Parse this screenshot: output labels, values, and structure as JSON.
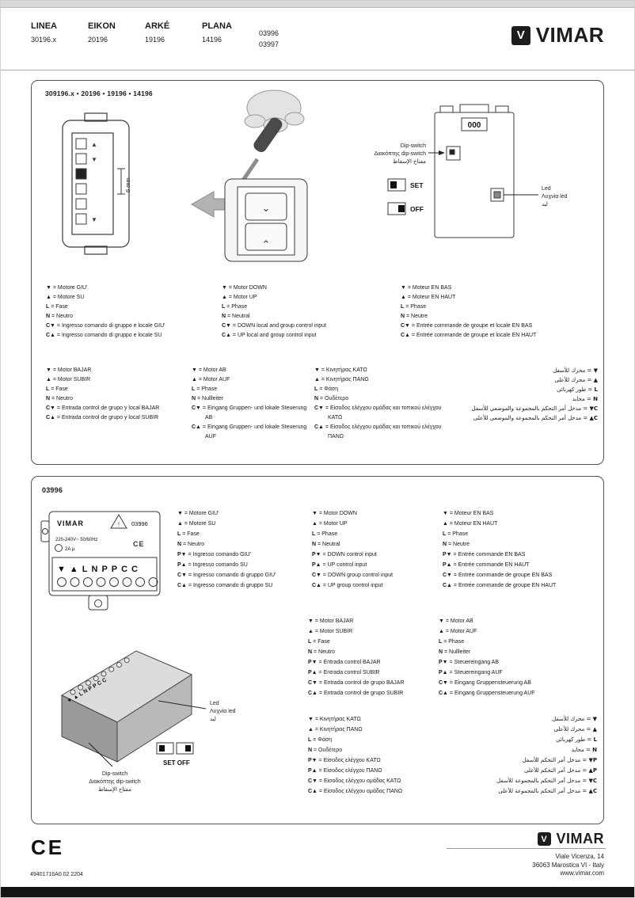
{
  "brand": {
    "name": "VIMAR"
  },
  "header": {
    "products": [
      {
        "name": "LINEA",
        "code": "30196.x"
      },
      {
        "name": "EIKON",
        "code": "20196"
      },
      {
        "name": "ARKÉ",
        "code": "19196"
      },
      {
        "name": "PLANA",
        "code": "14196"
      }
    ],
    "codes": [
      "03996",
      "03997"
    ]
  },
  "section1": {
    "title": "309196.x • 20196 • 19196 • 14196",
    "callouts": {
      "dim": "6 mm",
      "display": "000",
      "dip": [
        "Dip-switch",
        "Διακόπτης dip-switch",
        "مفتاح الإسقاط"
      ],
      "set": "SET",
      "off": "OFF",
      "led": [
        "Led",
        "Λυχνία led",
        "ليد"
      ]
    },
    "legends": {
      "it": [
        {
          "sym": "▼",
          "text": "= Motore GIU'"
        },
        {
          "sym": "▲",
          "text": "= Motore SU"
        },
        {
          "sym": "L",
          "text": "= Fase"
        },
        {
          "sym": "N",
          "text": "= Neutro"
        },
        {
          "sym": "C▼",
          "text": "= Ingresso comando di gruppo e locale GIU'"
        },
        {
          "sym": "C▲",
          "text": "= Ingresso comando di gruppo e locale SU"
        }
      ],
      "en": [
        {
          "sym": "▼",
          "text": "= Motor DOWN"
        },
        {
          "sym": "▲",
          "text": "= Motor UP"
        },
        {
          "sym": "L",
          "text": "= Phase"
        },
        {
          "sym": "N",
          "text": "= Neutral"
        },
        {
          "sym": "C▼",
          "text": "= DOWN local and group control input"
        },
        {
          "sym": "C▲",
          "text": "= UP local and group control input"
        }
      ],
      "fr": [
        {
          "sym": "▼",
          "text": "= Moteur EN BAS"
        },
        {
          "sym": "▲",
          "text": "= Moteur EN HAUT"
        },
        {
          "sym": "L",
          "text": "= Phase"
        },
        {
          "sym": "N",
          "text": "= Neutre"
        },
        {
          "sym": "C▼",
          "text": "= Entrée commande de groupe et locale EN BAS"
        },
        {
          "sym": "C▲",
          "text": "= Entrée commande de groupe et locale EN HAUT"
        }
      ],
      "es": [
        {
          "sym": "▼",
          "text": "= Motor BAJAR"
        },
        {
          "sym": "▲",
          "text": "= Motor SUBIR"
        },
        {
          "sym": "L",
          "text": "= Fase"
        },
        {
          "sym": "N",
          "text": "= Neutro"
        },
        {
          "sym": "C▼",
          "text": "= Entrada control de grupo y local BAJAR"
        },
        {
          "sym": "C▲",
          "text": "= Entrada control de grupo y local SUBIR"
        }
      ],
      "de": [
        {
          "sym": "▼",
          "text": "= Motor AB"
        },
        {
          "sym": "▲",
          "text": "= Motor AUF"
        },
        {
          "sym": "L",
          "text": "= Phase"
        },
        {
          "sym": "N",
          "text": "= Nullleiter"
        },
        {
          "sym": "C▼",
          "text": "= Eingang Gruppen- und lokale Steuerung AB"
        },
        {
          "sym": "C▲",
          "text": "= Eingang Gruppen- und lokale Steuerung AUF"
        }
      ],
      "el": [
        {
          "sym": "▼",
          "text": "= Κινητήρας ΚΑΤΩ"
        },
        {
          "sym": "▲",
          "text": "= Κινητήρας ΠΑΝΩ"
        },
        {
          "sym": "L",
          "text": "= Φάση"
        },
        {
          "sym": "N",
          "text": "= Ουδέτερο"
        },
        {
          "sym": "C▼",
          "text": "= Είσοδος ελέγχου ομάδας και τοπικού ελέγχου ΚΑΤΩ"
        },
        {
          "sym": "C▲",
          "text": "= Είσοδος ελέγχου ομάδας και τοπικού ελέγχου ΠΑΝΩ"
        }
      ],
      "ar": [
        {
          "sym": "▼",
          "text": "= محرك للأسفل"
        },
        {
          "sym": "▲",
          "text": "= محرك للأعلى"
        },
        {
          "sym": "L",
          "text": "= طور كهربائي"
        },
        {
          "sym": "N",
          "text": "= محايد"
        },
        {
          "sym": "C▼",
          "text": "= مدخل أمر التحكم بالمجموعة والموضعي للأسفل"
        },
        {
          "sym": "C▲",
          "text": "= مدخل أمر التحكم بالمجموعة والموضعي للأعلى"
        }
      ]
    }
  },
  "section2": {
    "title": "03996",
    "device": {
      "brand": "VIMAR",
      "model": "03996",
      "rating_v": "220-240V~ 50/60Hz",
      "rating_a": "2A µ",
      "ce": "CE",
      "terminals": "▼▲LNPPCC"
    },
    "callouts": {
      "terminals_3d": "▼▲LNPPCC",
      "led": [
        "Led",
        "Λυχνία led",
        "ليد"
      ],
      "dip": [
        "Dip-switch",
        "Διακόπτης dip-switch",
        "مفتاح الإسقاط"
      ],
      "setoff": "SET OFF"
    },
    "legends": {
      "it": [
        {
          "sym": "▼",
          "text": "= Motore GIU'"
        },
        {
          "sym": "▲",
          "text": "= Motore SU"
        },
        {
          "sym": "L",
          "text": "= Fase"
        },
        {
          "sym": "N",
          "text": "= Neutro"
        },
        {
          "sym": "P▼",
          "text": "= Ingresso comando GIU'"
        },
        {
          "sym": "P▲",
          "text": "= Ingresso comando SU"
        },
        {
          "sym": "C▼",
          "text": "= Ingresso comando di gruppo GIU'"
        },
        {
          "sym": "C▲",
          "text": "= Ingresso comando di gruppo SU"
        }
      ],
      "en": [
        {
          "sym": "▼",
          "text": "= Motor DOWN"
        },
        {
          "sym": "▲",
          "text": "= Motor UP"
        },
        {
          "sym": "L",
          "text": "= Phase"
        },
        {
          "sym": "N",
          "text": "= Neutral"
        },
        {
          "sym": "P▼",
          "text": "= DOWN control input"
        },
        {
          "sym": "P▲",
          "text": "= UP control input"
        },
        {
          "sym": "C▼",
          "text": "= DOWN group control input"
        },
        {
          "sym": "C▲",
          "text": "= UP group control input"
        }
      ],
      "fr": [
        {
          "sym": "▼",
          "text": "= Moteur EN BAS"
        },
        {
          "sym": "▲",
          "text": "= Moteur EN HAUT"
        },
        {
          "sym": "L",
          "text": "= Phase"
        },
        {
          "sym": "N",
          "text": "= Neutre"
        },
        {
          "sym": "P▼",
          "text": "= Entrée commande EN BAS"
        },
        {
          "sym": "P▲",
          "text": "= Entrée commande EN HAUT"
        },
        {
          "sym": "C▼",
          "text": "= Entrée commande de groupe EN BAS"
        },
        {
          "sym": "C▲",
          "text": "= Entrée commande de groupe EN HAUT"
        }
      ],
      "es": [
        {
          "sym": "▼",
          "text": "= Motor BAJAR"
        },
        {
          "sym": "▲",
          "text": "= Motor SUBIR"
        },
        {
          "sym": "L",
          "text": "= Fase"
        },
        {
          "sym": "N",
          "text": "= Neutro"
        },
        {
          "sym": "P▼",
          "text": "= Entrada control BAJAR"
        },
        {
          "sym": "P▲",
          "text": "= Entrada control SUBIR"
        },
        {
          "sym": "C▼",
          "text": "= Entrada control de grupo BAJAR"
        },
        {
          "sym": "C▲",
          "text": "= Entrada control de grupo SUBIR"
        }
      ],
      "de": [
        {
          "sym": "▼",
          "text": "= Motor AB"
        },
        {
          "sym": "▲",
          "text": "= Motor AUF"
        },
        {
          "sym": "L",
          "text": "= Phase"
        },
        {
          "sym": "N",
          "text": "= Nullleiter"
        },
        {
          "sym": "P▼",
          "text": "= Steuereingang AB"
        },
        {
          "sym": "P▲",
          "text": "= Steuereingang AUF"
        },
        {
          "sym": "C▼",
          "text": "= Eingang Gruppensteuerung AB"
        },
        {
          "sym": "C▲",
          "text": "= Eingang Gruppensteuerung AUF"
        }
      ],
      "el": [
        {
          "sym": "▼",
          "text": "= Κινητήρας ΚΑΤΩ"
        },
        {
          "sym": "▲",
          "text": "= Κινητήρας ΠΑΝΩ"
        },
        {
          "sym": "L",
          "text": "= Φάση"
        },
        {
          "sym": "N",
          "text": "= Ουδέτερο"
        },
        {
          "sym": "P▼",
          "text": "= Είσοδος ελέγχου ΚΑΤΩ"
        },
        {
          "sym": "P▲",
          "text": "= Είσοδος ελέγχου ΠΑΝΩ"
        },
        {
          "sym": "C▼",
          "text": "= Είσοδος ελέγχου ομάδας ΚΑΤΩ"
        },
        {
          "sym": "C▲",
          "text": "= Είσοδος ελέγχου ομάδας ΠΑΝΩ"
        }
      ],
      "ar": [
        {
          "sym": "▼",
          "text": "= محرك للأسفل"
        },
        {
          "sym": "▲",
          "text": "= محرك للأعلى"
        },
        {
          "sym": "L",
          "text": "= طور كهربائي"
        },
        {
          "sym": "N",
          "text": "= محايد"
        },
        {
          "sym": "P▼",
          "text": "= مدخل أمر التحكم للأسفل"
        },
        {
          "sym": "P▲",
          "text": "= مدخل أمر التحكم للأعلى"
        },
        {
          "sym": "C▼",
          "text": "= مدخل أمر التحكم بالمجموعة للأسفل"
        },
        {
          "sym": "C▲",
          "text": "= مدخل أمر التحكم بالمجموعة للأعلى"
        }
      ]
    }
  },
  "footer": {
    "ce": "CE",
    "doc_code": "49401716A0 02 2204",
    "address": [
      "Viale Vicenza, 14",
      "36063 Marostica VI - Italy",
      "www.vimar.com"
    ]
  }
}
